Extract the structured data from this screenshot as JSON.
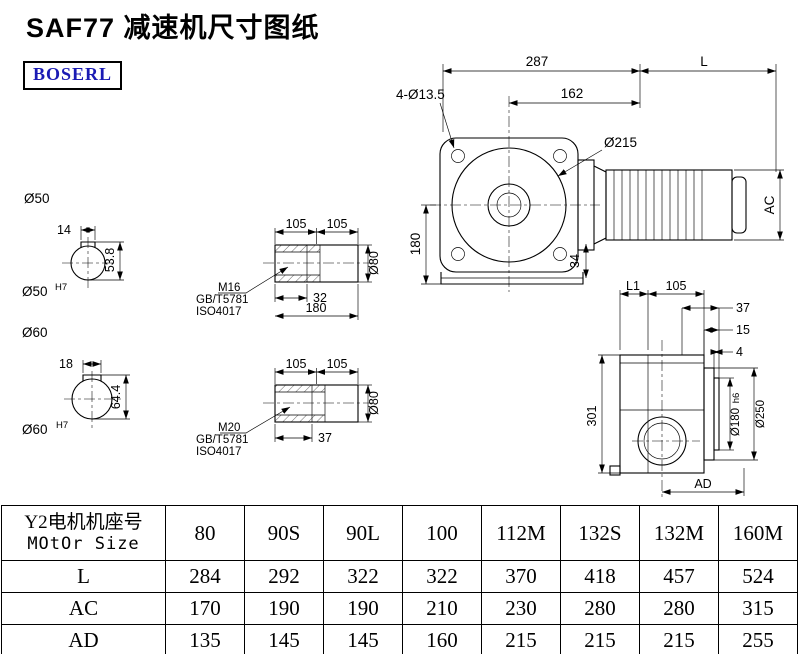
{
  "title": "SAF77 减速机尺寸图纸",
  "logo": "BOSERL",
  "front_view": {
    "dim_287": "287",
    "dim_L": "L",
    "dim_162": "162",
    "dim_holes": "4-Ø13.5",
    "dim_d215": "Ø215",
    "dim_180": "180",
    "dim_AC": "AC",
    "dim_34": "34"
  },
  "bore_section_1": {
    "label": "Ø50",
    "dim_width": "14",
    "dim_height": "53.8",
    "bore": "Ø50",
    "fit": "H7"
  },
  "bore_section_2": {
    "label": "Ø60",
    "dim_width": "18",
    "dim_height": "64.4",
    "bore": "Ø60",
    "fit": "H7"
  },
  "shaft_view_1": {
    "dim_105a": "105",
    "dim_105b": "105",
    "dim_d80": "Ø80",
    "thread": "M16",
    "std_1": "GB/T5781",
    "std_2": "ISO4017",
    "dim_depth": "32",
    "dim_len": "180"
  },
  "shaft_view_2": {
    "dim_105a": "105",
    "dim_105b": "105",
    "dim_d80": "Ø80",
    "thread": "M20",
    "std_1": "GB/T5781",
    "std_2": "ISO4017",
    "dim_depth": "37"
  },
  "side_view": {
    "dim_L1": "L1",
    "dim_105": "105",
    "dim_37": "37",
    "dim_15": "15",
    "dim_4": "4",
    "dim_301": "301",
    "dim_d180": "Ø180",
    "fit_h6": "h6",
    "dim_d250": "Ø250",
    "dim_AD": "AD"
  },
  "table": {
    "header_cn": "Y2电机机座号",
    "header_en": "MOtOr Size",
    "columns": [
      "80",
      "90S",
      "90L",
      "100",
      "112M",
      "132S",
      "132M",
      "160M"
    ],
    "rows": [
      {
        "label": "L",
        "values": [
          "284",
          "292",
          "322",
          "322",
          "370",
          "418",
          "457",
          "524"
        ]
      },
      {
        "label": "AC",
        "values": [
          "170",
          "190",
          "190",
          "210",
          "230",
          "280",
          "280",
          "315"
        ]
      },
      {
        "label": "AD",
        "values": [
          "135",
          "145",
          "145",
          "160",
          "215",
          "215",
          "215",
          "255"
        ]
      }
    ]
  }
}
